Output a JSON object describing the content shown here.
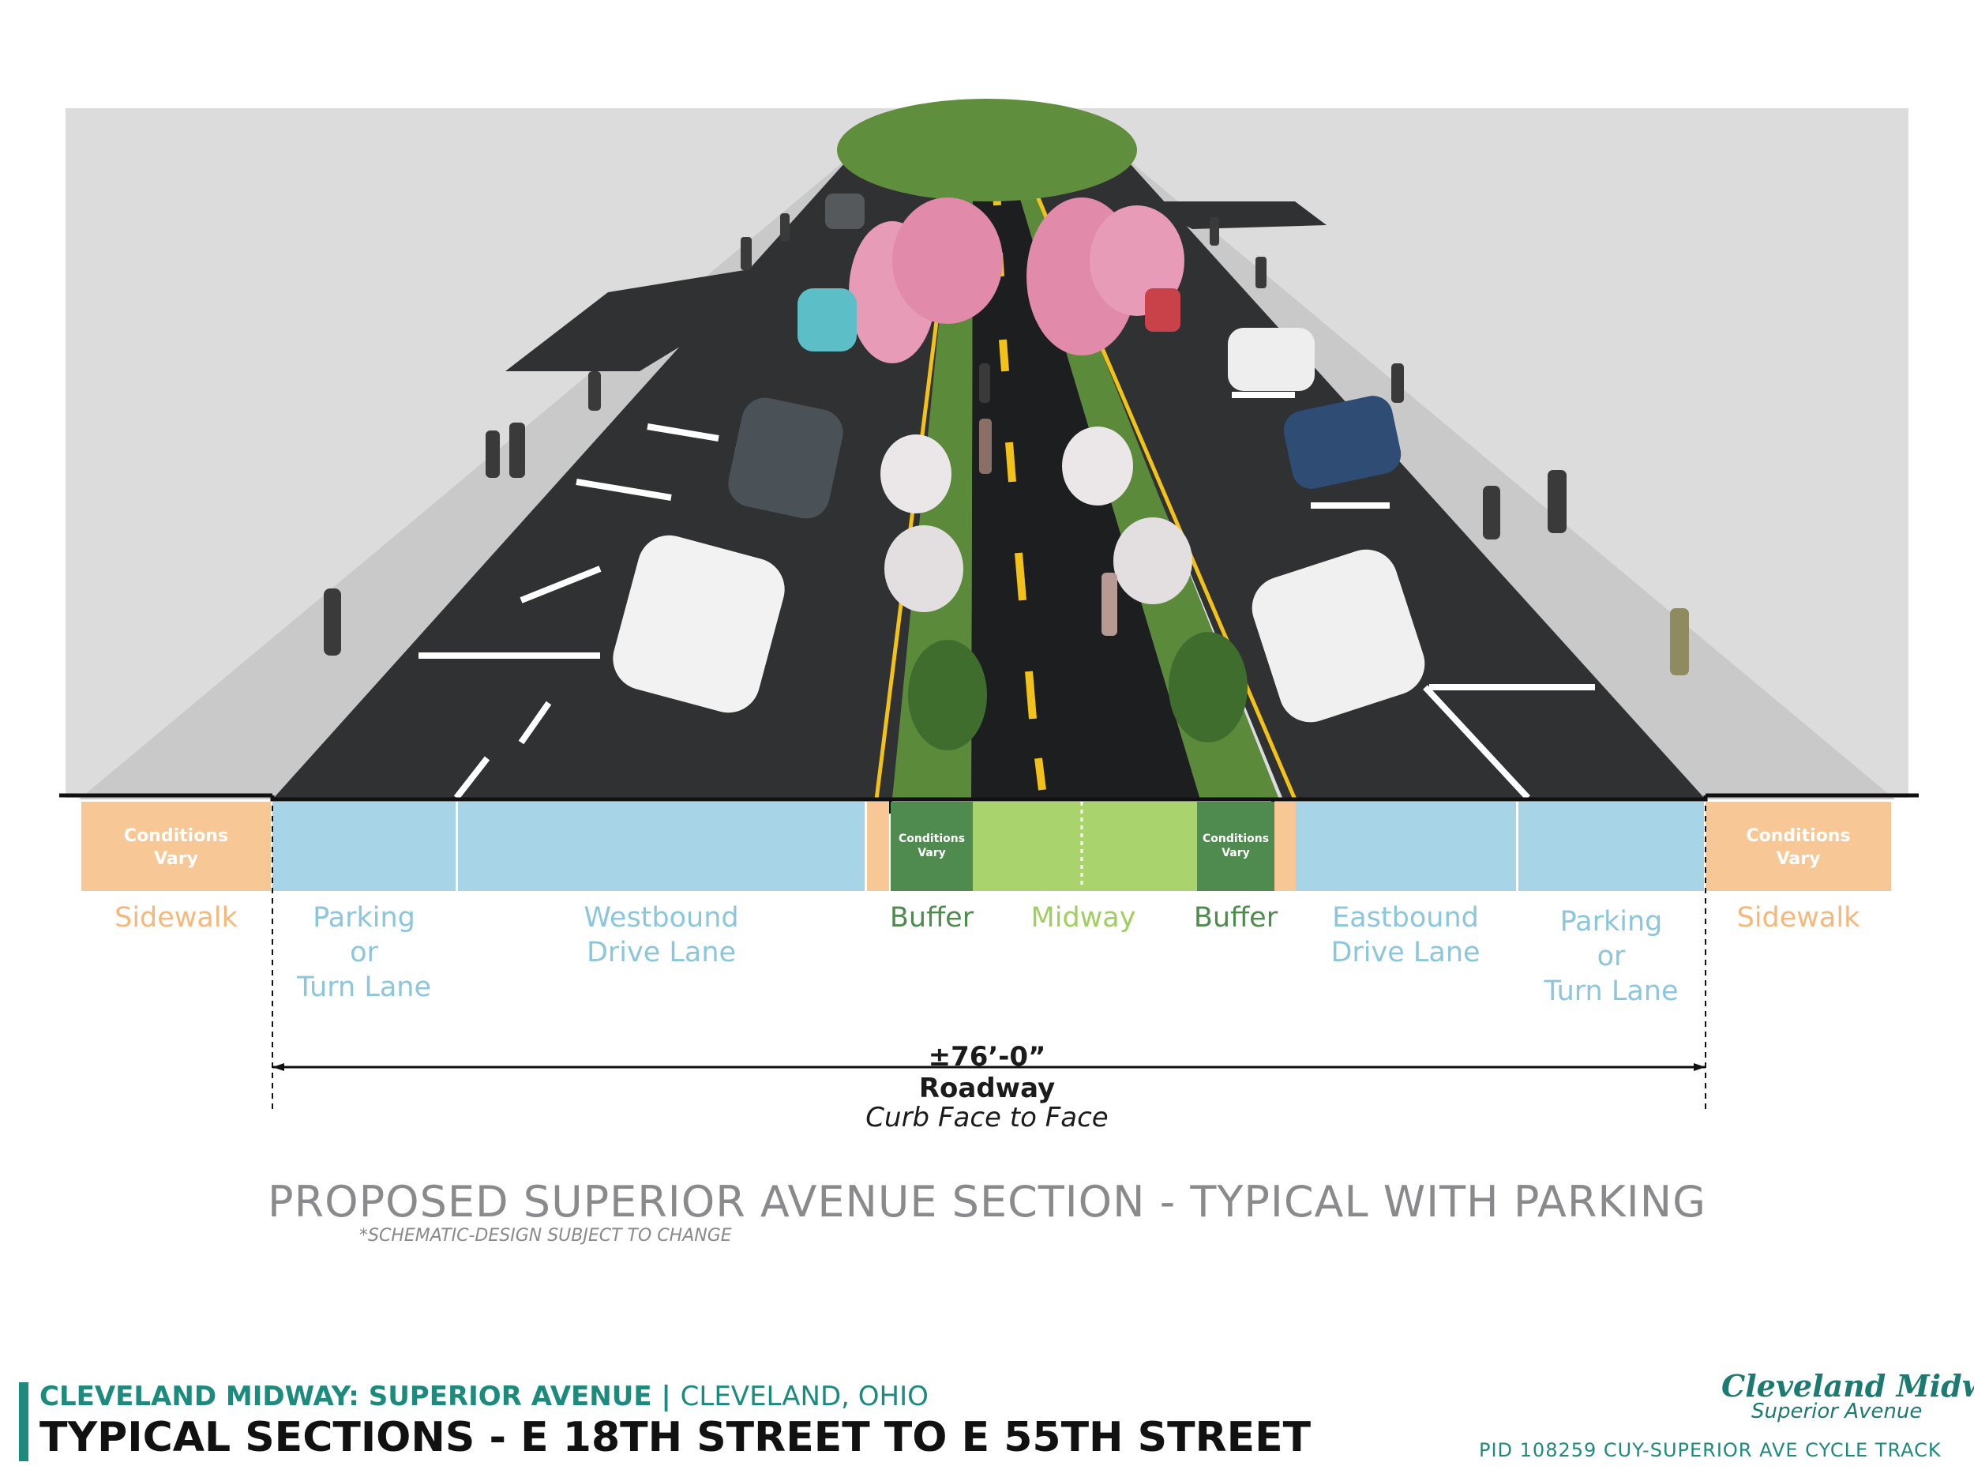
{
  "rendering": {
    "trees_color": "#e89bb6",
    "foliage_color": "#5a8a3a",
    "asphalt_color": "#2f3133",
    "sidewalk_color": "#c8c8c8",
    "centerline_color": "#f2c21a"
  },
  "section": {
    "segments": [
      {
        "key": "sidewalk_w",
        "color": "#f7c795"
      },
      {
        "key": "parking_w",
        "color": "#a7d4e6"
      },
      {
        "key": "drive_w",
        "color": "#a7d4e6"
      },
      {
        "key": "gap_w",
        "color": "#f7c795"
      },
      {
        "key": "buffer_w",
        "color": "#4f8a4e"
      },
      {
        "key": "midway",
        "color": "#a9d46d"
      },
      {
        "key": "buffer_e",
        "color": "#4f8a4e"
      },
      {
        "key": "gap_e",
        "color": "#f7c795"
      },
      {
        "key": "drive_e",
        "color": "#a7d4e6"
      },
      {
        "key": "parking_e",
        "color": "#a7d4e6"
      },
      {
        "key": "sidewalk_e",
        "color": "#f7c795"
      }
    ],
    "conditions_vary": {
      "line1": "Conditions",
      "line2": "Vary"
    },
    "labels": {
      "sidewalk_w": {
        "lines": [
          "Sidewalk"
        ],
        "color": "#f5b87a"
      },
      "parking_w": {
        "lines": [
          "Parking",
          "or",
          "Turn Lane"
        ],
        "color": "#8cc6dd"
      },
      "drive_w": {
        "lines": [
          "Westbound",
          "Drive Lane"
        ],
        "color": "#8cc6dd"
      },
      "buffer_w": {
        "lines": [
          "Buffer"
        ],
        "color": "#4f8a4e"
      },
      "midway": {
        "lines": [
          "Midway"
        ],
        "color": "#9fcf5e"
      },
      "buffer_e": {
        "lines": [
          "Buffer"
        ],
        "color": "#4f8a4e"
      },
      "drive_e": {
        "lines": [
          "Eastbound",
          "Drive Lane"
        ],
        "color": "#8cc6dd"
      },
      "parking_e": {
        "lines": [
          "Parking",
          "or",
          "Turn Lane"
        ],
        "color": "#8cc6dd"
      },
      "sidewalk_e": {
        "lines": [
          "Sidewalk"
        ],
        "color": "#f5b87a"
      }
    }
  },
  "dimension": {
    "value": "±76’-0”",
    "name": "Roadway",
    "sub": "Curb Face to Face"
  },
  "title": "PROPOSED SUPERIOR AVENUE SECTION - TYPICAL WITH PARKING",
  "disclaimer": "*SCHEMATIC-DESIGN SUBJECT TO CHANGE",
  "footer": {
    "project": "CLEVELAND MIDWAY: SUPERIOR AVENUE",
    "separator": " | ",
    "location": "CLEVELAND, OHIO",
    "sheet_title": "TYPICAL SECTIONS - E 18TH STREET TO E 55TH STREET",
    "logo_line1": "Cleveland Midway",
    "logo_line2": "Superior Avenue",
    "pid": "PID 108259 CUY-SUPERIOR AVE CYCLE TRACK"
  }
}
